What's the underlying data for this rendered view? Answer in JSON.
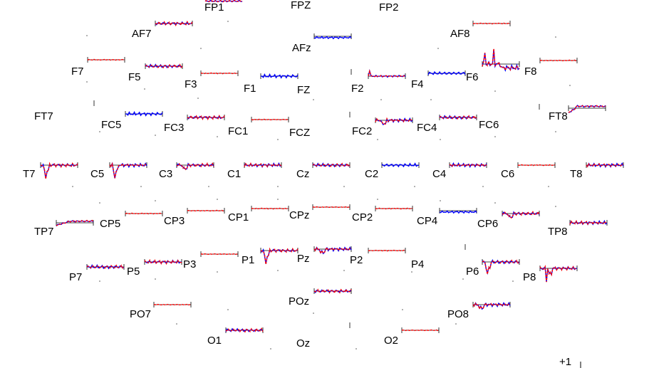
{
  "chart_data": {
    "type": "line",
    "title": "",
    "xlabel": "",
    "ylabel": "",
    "grid": false,
    "scale_label": "+1",
    "series": [
      {
        "color": "#ff0000",
        "style": "dashed"
      },
      {
        "color": "#0000ff",
        "style": "solid"
      }
    ],
    "x": [
      0,
      1,
      2,
      3,
      4,
      5,
      6,
      7,
      8,
      9,
      10,
      11,
      12,
      13,
      14,
      15,
      16,
      17,
      18,
      19,
      20,
      21,
      22,
      23,
      24,
      25,
      26,
      27,
      28,
      29
    ],
    "ylim": [
      -1,
      1
    ],
    "channels": [
      {
        "label": "FP1",
        "shape": "clip",
        "show_blue": true
      },
      {
        "label": "FPZ",
        "shape": "flat",
        "show_blue": false
      },
      {
        "label": "FP2",
        "shape": "flat",
        "show_blue": false
      },
      {
        "label": "AF7",
        "shape": "small",
        "show_blue": true
      },
      {
        "label": "AFz",
        "shape": "blue_dip",
        "show_blue": true
      },
      {
        "label": "AF8",
        "shape": "flat",
        "show_blue": false
      },
      {
        "label": "F7",
        "shape": "flat",
        "show_blue": false
      },
      {
        "label": "F5",
        "shape": "small",
        "show_blue": true
      },
      {
        "label": "F3",
        "shape": "flat",
        "show_blue": false
      },
      {
        "label": "F1",
        "shape": "blue_flat",
        "show_blue": true
      },
      {
        "label": "FZ",
        "shape": "empty",
        "show_blue": false
      },
      {
        "label": "F2",
        "shape": "spike_small",
        "show_blue": true
      },
      {
        "label": "F4",
        "shape": "blue_flat",
        "show_blue": true
      },
      {
        "label": "F6",
        "shape": "big_spike",
        "show_blue": true
      },
      {
        "label": "F8",
        "shape": "flat",
        "show_blue": false
      },
      {
        "label": "FT7",
        "shape": "empty",
        "show_blue": false
      },
      {
        "label": "FC5",
        "shape": "blue_flat",
        "show_blue": true
      },
      {
        "label": "FC3",
        "shape": "small",
        "show_blue": true
      },
      {
        "label": "FC1",
        "shape": "flat",
        "show_blue": false
      },
      {
        "label": "FCZ",
        "shape": "empty",
        "show_blue": false
      },
      {
        "label": "FC2",
        "shape": "small_dip",
        "show_blue": true
      },
      {
        "label": "FC4",
        "shape": "small",
        "show_blue": true
      },
      {
        "label": "FC6",
        "shape": "empty",
        "show_blue": false
      },
      {
        "label": "FT8",
        "shape": "dip_up",
        "show_blue": true
      },
      {
        "label": "T7",
        "shape": "dip_spike",
        "show_blue": true
      },
      {
        "label": "C5",
        "shape": "dip_spike",
        "show_blue": true
      },
      {
        "label": "C3",
        "shape": "small_dip",
        "show_blue": true
      },
      {
        "label": "C1",
        "shape": "small",
        "show_blue": true
      },
      {
        "label": "Cz",
        "shape": "small",
        "show_blue": true
      },
      {
        "label": "C2",
        "shape": "blue_flat",
        "show_blue": true
      },
      {
        "label": "C4",
        "shape": "small",
        "show_blue": true
      },
      {
        "label": "C6",
        "shape": "flat",
        "show_blue": false
      },
      {
        "label": "T8",
        "shape": "small",
        "show_blue": true
      },
      {
        "label": "TP7",
        "shape": "rise",
        "show_blue": true
      },
      {
        "label": "CP5",
        "shape": "flat",
        "show_blue": false
      },
      {
        "label": "CP3",
        "shape": "flat",
        "show_blue": false
      },
      {
        "label": "CP1",
        "shape": "flat",
        "show_blue": false
      },
      {
        "label": "CPz",
        "shape": "flat",
        "show_blue": false
      },
      {
        "label": "CP2",
        "shape": "flat",
        "show_blue": false
      },
      {
        "label": "CP4",
        "shape": "blue_dip",
        "show_blue": true
      },
      {
        "label": "CP6",
        "shape": "small_dip",
        "show_blue": true
      },
      {
        "label": "TP8",
        "shape": "small",
        "show_blue": true
      },
      {
        "label": "P7",
        "shape": "small",
        "show_blue": true
      },
      {
        "label": "P5",
        "shape": "small",
        "show_blue": true
      },
      {
        "label": "P3",
        "shape": "flat",
        "show_blue": false
      },
      {
        "label": "P1",
        "shape": "dip_spike",
        "show_blue": true
      },
      {
        "label": "Pz",
        "shape": "small_dip",
        "show_blue": true
      },
      {
        "label": "P2",
        "shape": "flat",
        "show_blue": false
      },
      {
        "label": "P4",
        "shape": "empty",
        "show_blue": false
      },
      {
        "label": "P6",
        "shape": "dip_spike",
        "show_blue": true
      },
      {
        "label": "P8",
        "shape": "p8",
        "show_blue": true
      },
      {
        "label": "PO7",
        "shape": "flat",
        "show_blue": false
      },
      {
        "label": "POz",
        "shape": "small",
        "show_blue": true
      },
      {
        "label": "PO8",
        "shape": "small_dip",
        "show_blue": true
      },
      {
        "label": "O1",
        "shape": "small",
        "show_blue": true
      },
      {
        "label": "Oz",
        "shape": "empty",
        "show_blue": false
      },
      {
        "label": "O2",
        "shape": "flat",
        "show_blue": false
      }
    ]
  }
}
